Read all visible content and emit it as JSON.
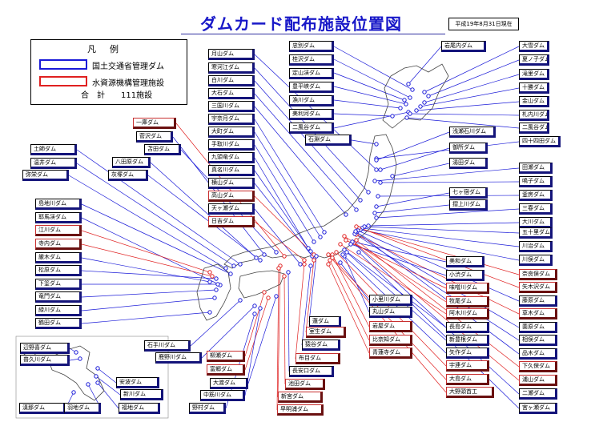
{
  "title": "ダムカード配布施設位置図",
  "as_of": "平成19年8月31日現在",
  "legend": {
    "heading": "凡　例",
    "mlit_label": "国土交通省管理ダム",
    "jwa_label": "水資源機構管理施設",
    "total_label": "合　計　　111施設",
    "mlit_color": "#1a1ad8",
    "jwa_color": "#e02020"
  },
  "labels": [
    {
      "text": "忠別ダム",
      "kind": "mlit"
    },
    {
      "text": "桂沢ダム",
      "kind": "mlit"
    },
    {
      "text": "定山渓ダム",
      "kind": "mlit"
    },
    {
      "text": "豊平峡ダム",
      "kind": "mlit"
    },
    {
      "text": "漁川ダム",
      "kind": "mlit"
    },
    {
      "text": "美利河ダム",
      "kind": "mlit"
    },
    {
      "text": "二風谷ダム",
      "kind": "mlit"
    },
    {
      "text": "石淵ダム",
      "kind": "mlit"
    },
    {
      "text": "岩尾内ダム",
      "kind": "mlit"
    },
    {
      "text": "大雪ダム",
      "kind": "mlit"
    },
    {
      "text": "夏ノ子ダム",
      "kind": "mlit"
    },
    {
      "text": "滝里ダム",
      "kind": "mlit"
    },
    {
      "text": "十勝ダム",
      "kind": "mlit"
    },
    {
      "text": "金山ダム",
      "kind": "mlit"
    },
    {
      "text": "札内川ダム",
      "kind": "mlit"
    },
    {
      "text": "二風谷ダム",
      "kind": "mlit"
    },
    {
      "text": "四十四田ダム",
      "kind": "mlit"
    },
    {
      "text": "浅瀬石川ダム",
      "kind": "mlit"
    },
    {
      "text": "御所ダム",
      "kind": "mlit"
    },
    {
      "text": "湯田ダム",
      "kind": "mlit"
    },
    {
      "text": "七ヶ宿ダム",
      "kind": "mlit"
    },
    {
      "text": "摺上川ダム",
      "kind": "mlit"
    },
    {
      "text": "田瀬ダム",
      "kind": "mlit"
    },
    {
      "text": "鳴子ダム",
      "kind": "mlit"
    },
    {
      "text": "釜房ダム",
      "kind": "mlit"
    },
    {
      "text": "三春ダム",
      "kind": "mlit"
    },
    {
      "text": "大川ダム",
      "kind": "mlit"
    },
    {
      "text": "五十里ダム",
      "kind": "mlit"
    },
    {
      "text": "川治ダム",
      "kind": "mlit"
    },
    {
      "text": "川俣ダム",
      "kind": "mlit"
    },
    {
      "text": "奈良俣ダム",
      "kind": "jwa"
    },
    {
      "text": "矢木沢ダム",
      "kind": "jwa"
    },
    {
      "text": "藤原ダム",
      "kind": "mlit"
    },
    {
      "text": "草木ダム",
      "kind": "jwa"
    },
    {
      "text": "薗原ダム",
      "kind": "mlit"
    },
    {
      "text": "相俣ダム",
      "kind": "mlit"
    },
    {
      "text": "品木ダム",
      "kind": "mlit"
    },
    {
      "text": "下久保ダム",
      "kind": "jwa"
    },
    {
      "text": "浦山ダム",
      "kind": "jwa"
    },
    {
      "text": "二瀬ダム",
      "kind": "mlit"
    },
    {
      "text": "宮ヶ瀬ダム",
      "kind": "mlit"
    },
    {
      "text": "月山ダム",
      "kind": "mlit"
    },
    {
      "text": "寒河江ダム",
      "kind": "mlit"
    },
    {
      "text": "白川ダム",
      "kind": "mlit"
    },
    {
      "text": "大石ダム",
      "kind": "mlit"
    },
    {
      "text": "三国川ダム",
      "kind": "mlit"
    },
    {
      "text": "宇奈月ダム",
      "kind": "mlit"
    },
    {
      "text": "大町ダム",
      "kind": "mlit"
    },
    {
      "text": "手取川ダム",
      "kind": "mlit"
    },
    {
      "text": "九頭竜ダム",
      "kind": "mlit"
    },
    {
      "text": "真名川ダム",
      "kind": "mlit"
    },
    {
      "text": "横山ダム",
      "kind": "mlit"
    },
    {
      "text": "高山ダム",
      "kind": "jwa"
    },
    {
      "text": "天ヶ瀬ダム",
      "kind": "mlit"
    },
    {
      "text": "日吉ダム",
      "kind": "jwa"
    },
    {
      "text": "一庫ダム",
      "kind": "jwa"
    },
    {
      "text": "菅沢ダム",
      "kind": "mlit"
    },
    {
      "text": "苫田ダム",
      "kind": "mlit"
    },
    {
      "text": "八田原ダム",
      "kind": "mlit"
    },
    {
      "text": "灰塚ダム",
      "kind": "mlit"
    },
    {
      "text": "土師ダム",
      "kind": "mlit"
    },
    {
      "text": "温井ダム",
      "kind": "mlit"
    },
    {
      "text": "弥栄ダム",
      "kind": "mlit"
    },
    {
      "text": "島地川ダム",
      "kind": "mlit"
    },
    {
      "text": "耶馬渓ダム",
      "kind": "mlit"
    },
    {
      "text": "江川ダム",
      "kind": "jwa"
    },
    {
      "text": "寺内ダム",
      "kind": "jwa"
    },
    {
      "text": "厳木ダム",
      "kind": "mlit"
    },
    {
      "text": "松原ダム",
      "kind": "mlit"
    },
    {
      "text": "下筌ダム",
      "kind": "mlit"
    },
    {
      "text": "竜門ダム",
      "kind": "mlit"
    },
    {
      "text": "緑川ダム",
      "kind": "mlit"
    },
    {
      "text": "鶴田ダム",
      "kind": "mlit"
    },
    {
      "text": "辺野喜ダム",
      "kind": "mlit"
    },
    {
      "text": "普久川ダム",
      "kind": "mlit"
    },
    {
      "text": "安波ダム",
      "kind": "mlit"
    },
    {
      "text": "新川ダム",
      "kind": "mlit"
    },
    {
      "text": "漢那ダム",
      "kind": "mlit"
    },
    {
      "text": "羽地ダム",
      "kind": "mlit"
    },
    {
      "text": "福地ダム",
      "kind": "mlit"
    },
    {
      "text": "石手川ダム",
      "kind": "mlit"
    },
    {
      "text": "鹿野川ダム",
      "kind": "mlit"
    },
    {
      "text": "柳瀬ダム",
      "kind": "jwa"
    },
    {
      "text": "富郷ダム",
      "kind": "jwa"
    },
    {
      "text": "大渡ダム",
      "kind": "mlit"
    },
    {
      "text": "中筋川ダム",
      "kind": "mlit"
    },
    {
      "text": "野村ダム",
      "kind": "mlit"
    },
    {
      "text": "小里川ダム",
      "kind": "mlit"
    },
    {
      "text": "丸山ダム",
      "kind": "mlit"
    },
    {
      "text": "岩屋ダム",
      "kind": "jwa"
    },
    {
      "text": "比奈知ダム",
      "kind": "jwa"
    },
    {
      "text": "青蓮寺ダム",
      "kind": "jwa"
    },
    {
      "text": "蓮ダム",
      "kind": "mlit"
    },
    {
      "text": "室生ダム",
      "kind": "jwa"
    },
    {
      "text": "猿谷ダム",
      "kind": "mlit"
    },
    {
      "text": "布目ダム",
      "kind": "jwa"
    },
    {
      "text": "長安口ダム",
      "kind": "mlit"
    },
    {
      "text": "池田ダム",
      "kind": "jwa"
    },
    {
      "text": "新宮ダム",
      "kind": "jwa"
    },
    {
      "text": "早明浦ダム",
      "kind": "jwa"
    },
    {
      "text": "美和ダム",
      "kind": "mlit"
    },
    {
      "text": "小渋ダム",
      "kind": "mlit"
    },
    {
      "text": "味噌川ダム",
      "kind": "jwa"
    },
    {
      "text": "牧尾ダム",
      "kind": "jwa"
    },
    {
      "text": "阿木川ダム",
      "kind": "jwa"
    },
    {
      "text": "長島ダム",
      "kind": "mlit"
    },
    {
      "text": "新豊根ダム",
      "kind": "mlit"
    },
    {
      "text": "矢作ダム",
      "kind": "mlit"
    },
    {
      "text": "宇連ダム",
      "kind": "jwa"
    },
    {
      "text": "大島ダム",
      "kind": "jwa"
    },
    {
      "text": "大野頭首工",
      "kind": "jwa"
    }
  ]
}
